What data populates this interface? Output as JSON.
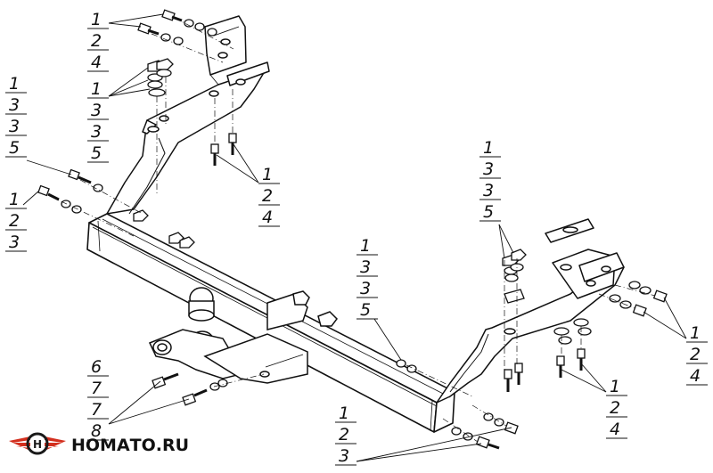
{
  "callouts": [
    {
      "id": "tl-top",
      "digits": [
        "1",
        "2",
        "4"
      ]
    },
    {
      "id": "tl-mid",
      "digits": [
        "1",
        "3",
        "3",
        "5"
      ]
    },
    {
      "id": "left-big",
      "digits": [
        "1",
        "3",
        "3",
        "5"
      ]
    },
    {
      "id": "left-small",
      "digits": [
        "1",
        "2",
        "3"
      ]
    },
    {
      "id": "upper-right-bolts",
      "digits": [
        "1",
        "2",
        "4"
      ]
    },
    {
      "id": "right-top",
      "digits": [
        "1",
        "3",
        "3",
        "5"
      ]
    },
    {
      "id": "center",
      "digits": [
        "1",
        "3",
        "3",
        "5"
      ]
    },
    {
      "id": "right-bottom",
      "digits": [
        "1",
        "2",
        "4"
      ]
    },
    {
      "id": "bottom-right-bolts",
      "digits": [
        "1",
        "2",
        "4"
      ]
    },
    {
      "id": "bottom-left",
      "digits": [
        "6",
        "7",
        "7",
        "8"
      ]
    },
    {
      "id": "bottom-center",
      "digits": [
        "1",
        "2",
        "3"
      ]
    }
  ],
  "logo": {
    "text": "НОМАТО.RU",
    "colors": {
      "wing": "#d32f1e",
      "ring": "#1a1a1a"
    }
  }
}
